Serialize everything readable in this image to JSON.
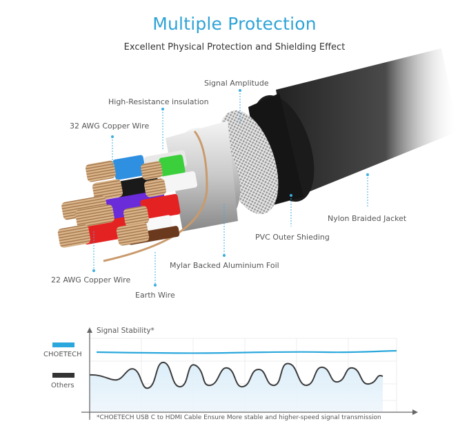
{
  "header": {
    "title": "Multiple Protection",
    "subtitle": "Excellent Physical Protection and Shielding Effect"
  },
  "callouts": {
    "signal_amplitude": "Signal Amplitude",
    "high_resistance_insulation": "High-Resistance insulation",
    "awg32_copper_wire": "32 AWG Copper Wire",
    "nylon_braided_jacket": "Nylon Braided Jacket",
    "pvc_outer_shielding": "PVC Outer Shieding",
    "mylar_foil": "Mylar Backed Aluminium Foil",
    "awg22_copper_wire": "22 AWG Copper Wire",
    "earth_wire": "Earth Wire"
  },
  "colors": {
    "accent": "#2ea3d6",
    "choetech_line": "#2aa7dc",
    "others_line": "#333333",
    "wire_colors": [
      "#2f8fe0",
      "#3ccf3c",
      "#1a1a1a",
      "#ffffff",
      "#6a2bd8",
      "#e52222",
      "#e52222",
      "#6b3a1e"
    ]
  },
  "chart_data": {
    "type": "line",
    "title": "Signal Stability*",
    "xlabel": "",
    "ylabel": "Signal Stability*",
    "grid": true,
    "legend_position": "left",
    "series": [
      {
        "name": "CHOETECH",
        "color": "#2aa7dc",
        "description": "nearly flat stable line",
        "values": [
          0.82,
          0.82,
          0.82,
          0.82,
          0.82,
          0.83,
          0.83,
          0.82,
          0.82,
          0.83
        ]
      },
      {
        "name": "Others",
        "color": "#333333",
        "description": "strongly oscillating wave",
        "values": [
          0.5,
          0.45,
          0.6,
          0.3,
          0.7,
          0.3,
          0.55,
          0.35,
          0.6,
          0.3,
          0.55,
          0.35,
          0.7,
          0.35,
          0.6,
          0.35,
          0.55,
          0.4
        ]
      }
    ],
    "footnote": "*CHOETECH USB C to HDMI Cable Ensure More stable and higher-speed signal transmission"
  },
  "legend": {
    "items": [
      {
        "label": "CHOETECH",
        "color": "#2aa7dc"
      },
      {
        "label": "Others",
        "color": "#333333"
      }
    ]
  }
}
